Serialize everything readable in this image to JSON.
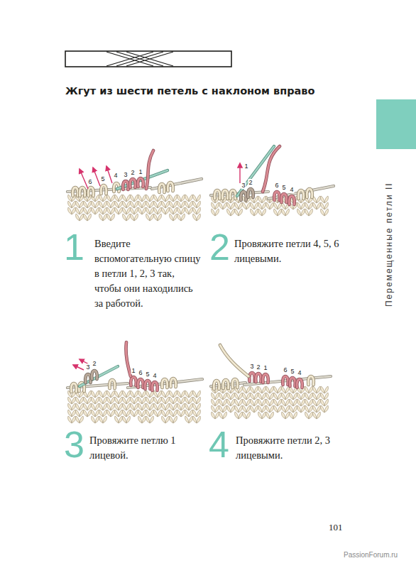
{
  "diagram": {
    "title": "Жгут из шести петель с наклоном вправо",
    "labels": [
      "1",
      "Введите вспомогательную спицу в петли 1, 2, 3 так, чтобы они находились за работой.",
      "2",
      "Провяжите петли 4, 5, 6 лицевыми.",
      "3",
      "Провяжите петлю 1 лицевой.",
      "4",
      "Провяжите петли 2, 3 лицевыми.",
      "6",
      "5",
      "4",
      "3",
      "2",
      "1",
      "1",
      "3",
      "2",
      "6",
      "5",
      "4",
      "3",
      "2",
      "1",
      "6",
      "5",
      "4",
      "3",
      "2",
      "1",
      "6",
      "5",
      "4",
      "Перемещенные петли II",
      "101",
      "PassionForum.ru"
    ]
  }
}
